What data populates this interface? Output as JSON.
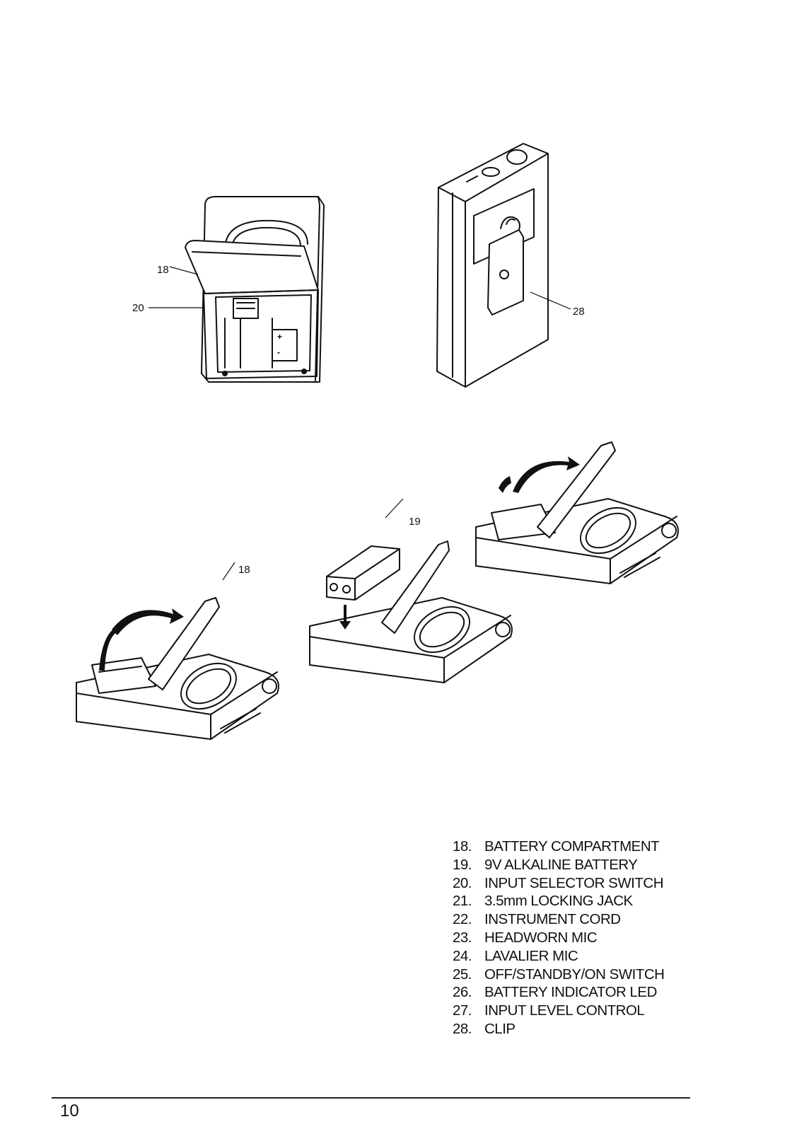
{
  "callouts": {
    "fig1_compartment": "18",
    "fig1_switch": "20",
    "fig2_clip": "28",
    "fig3_compartment": "18",
    "fig4_battery": "19"
  },
  "legend": [
    {
      "num": "18.",
      "label": "BATTERY COMPARTMENT"
    },
    {
      "num": "19.",
      "label": "9V ALKALINE BATTERY"
    },
    {
      "num": "20.",
      "label": "INPUT SELECTOR SWITCH"
    },
    {
      "num": "21.",
      "label": "3.5mm LOCKING JACK"
    },
    {
      "num": "22.",
      "label": "INSTRUMENT CORD"
    },
    {
      "num": "23.",
      "label": "HEADWORN MIC"
    },
    {
      "num": "24.",
      "label": "LAVALIER MIC"
    },
    {
      "num": "25.",
      "label": "OFF/STANDBY/ON SWITCH"
    },
    {
      "num": "26.",
      "label": "BATTERY INDICATOR LED"
    },
    {
      "num": "27.",
      "label": "INPUT LEVEL CONTROL"
    },
    {
      "num": "28.",
      "label": "CLIP"
    }
  ],
  "footer": {
    "page_number": "10"
  }
}
